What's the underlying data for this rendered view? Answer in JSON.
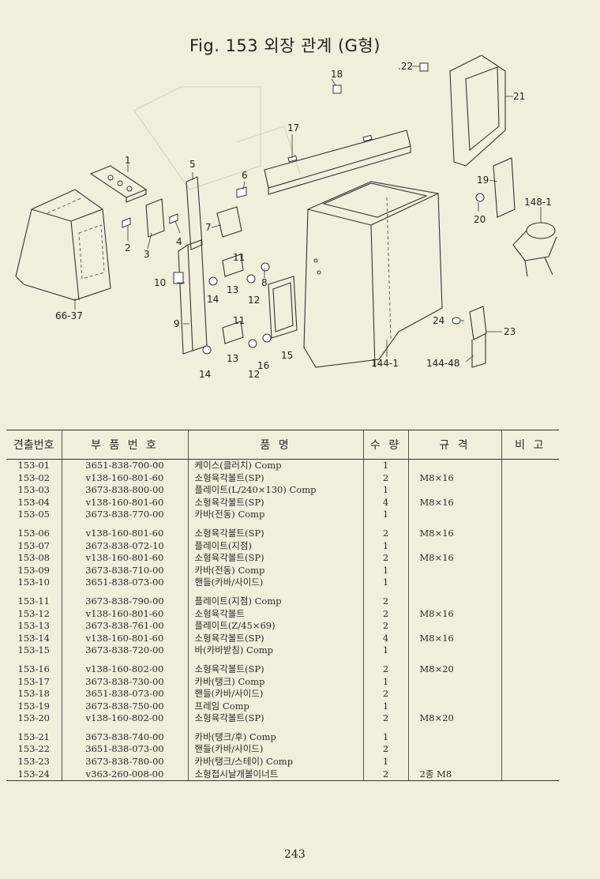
{
  "figure_title": "Fig. 153 외장 관계 (G형)",
  "callouts": [
    "1",
    "2",
    "3",
    "4",
    "5",
    "6",
    "7",
    "8",
    "9",
    "10",
    "11",
    "11",
    "12",
    "12",
    "13",
    "13",
    "14",
    "14",
    "15",
    "16",
    "17",
    "18",
    "19",
    "20",
    "21",
    ".22",
    "23",
    "24",
    "66-37",
    "144-1",
    "144-48",
    "148-1"
  ],
  "table": {
    "headers": [
      "견출번호",
      "부 품 번 호",
      "품 명",
      "수 량",
      "규 격",
      "비 고"
    ],
    "groups": [
      [
        {
          "no": "153-01",
          "part": "3651-838-700-00",
          "name": "케이스(클러치) Comp",
          "qty": "1",
          "spec": ""
        },
        {
          "no": "153-02",
          "part": "v138-160-801-60",
          "name": "소형육각볼트(SP)",
          "qty": "2",
          "spec": "M8×16"
        },
        {
          "no": "153-03",
          "part": "3673-838-800-00",
          "name": "플레이트(L/240×130) Comp",
          "qty": "1",
          "spec": ""
        },
        {
          "no": "153-04",
          "part": "v138-160-801-60",
          "name": "소형육각볼트(SP)",
          "qty": "4",
          "spec": "M8×16"
        },
        {
          "no": "153-05",
          "part": "3673-838-770-00",
          "name": "카바(전동) Comp",
          "qty": "1",
          "spec": ""
        }
      ],
      [
        {
          "no": "153-06",
          "part": "v138-160-801-60",
          "name": "소형육각볼트(SP)",
          "qty": "2",
          "spec": "M8×16"
        },
        {
          "no": "153-07",
          "part": "3673-838-072-10",
          "name": "플레이트(지점)",
          "qty": "1",
          "spec": ""
        },
        {
          "no": "153-08",
          "part": "v138-160-801-60",
          "name": "소형육각볼트(SP)",
          "qty": "2",
          "spec": "M8×16"
        },
        {
          "no": "153-09",
          "part": "3673-838-710-00",
          "name": "카바(전동) Comp",
          "qty": "1",
          "spec": ""
        },
        {
          "no": "153-10",
          "part": "3651-838-073-00",
          "name": "핸들(카바/사이드)",
          "qty": "1",
          "spec": ""
        }
      ],
      [
        {
          "no": "153-11",
          "part": "3673-838-790-00",
          "name": "플레이트(지점) Comp",
          "qty": "2",
          "spec": ""
        },
        {
          "no": "153-12",
          "part": "v138-160-801-60",
          "name": "소형육각볼트",
          "qty": "2",
          "spec": "M8×16"
        },
        {
          "no": "153-13",
          "part": "3673-838-761-00",
          "name": "플레이트(Z/45×69)",
          "qty": "2",
          "spec": ""
        },
        {
          "no": "153-14",
          "part": "v138-160-801-60",
          "name": "소형육각볼트(SP)",
          "qty": "4",
          "spec": "M8×16"
        },
        {
          "no": "153-15",
          "part": "3673-838-720-00",
          "name": "바(카바받침) Comp",
          "qty": "1",
          "spec": ""
        }
      ],
      [
        {
          "no": "153-16",
          "part": "v138-160-802-00",
          "name": "소형육각볼트(SP)",
          "qty": "2",
          "spec": "M8×20"
        },
        {
          "no": "153-17",
          "part": "3673-838-730-00",
          "name": "카바(탱크) Comp",
          "qty": "1",
          "spec": ""
        },
        {
          "no": "153-18",
          "part": "3651-838-073-00",
          "name": "핸들(카바/사이드)",
          "qty": "2",
          "spec": ""
        },
        {
          "no": "153-19",
          "part": "3673-838-750-00",
          "name": "프레임 Comp",
          "qty": "1",
          "spec": ""
        },
        {
          "no": "153-20",
          "part": "v138-160-802-00",
          "name": "소형육각볼트(SP)",
          "qty": "2",
          "spec": "M8×20"
        }
      ],
      [
        {
          "no": "153-21",
          "part": "3673-838-740-00",
          "name": "카바(탱크/후) Comp",
          "qty": "1",
          "spec": ""
        },
        {
          "no": "153-22",
          "part": "3651-838-073-00",
          "name": "핸들(카바/사이드)",
          "qty": "2",
          "spec": ""
        },
        {
          "no": "153-23",
          "part": "3673-838-780-00",
          "name": "카바(탱크/스테이) Comp",
          "qty": "1",
          "spec": ""
        },
        {
          "no": "153-24",
          "part": "v363-260-008-00",
          "name": "소형접시날개볼이너트",
          "qty": "2",
          "spec": "2종 M8"
        }
      ]
    ]
  },
  "page_number": "243"
}
